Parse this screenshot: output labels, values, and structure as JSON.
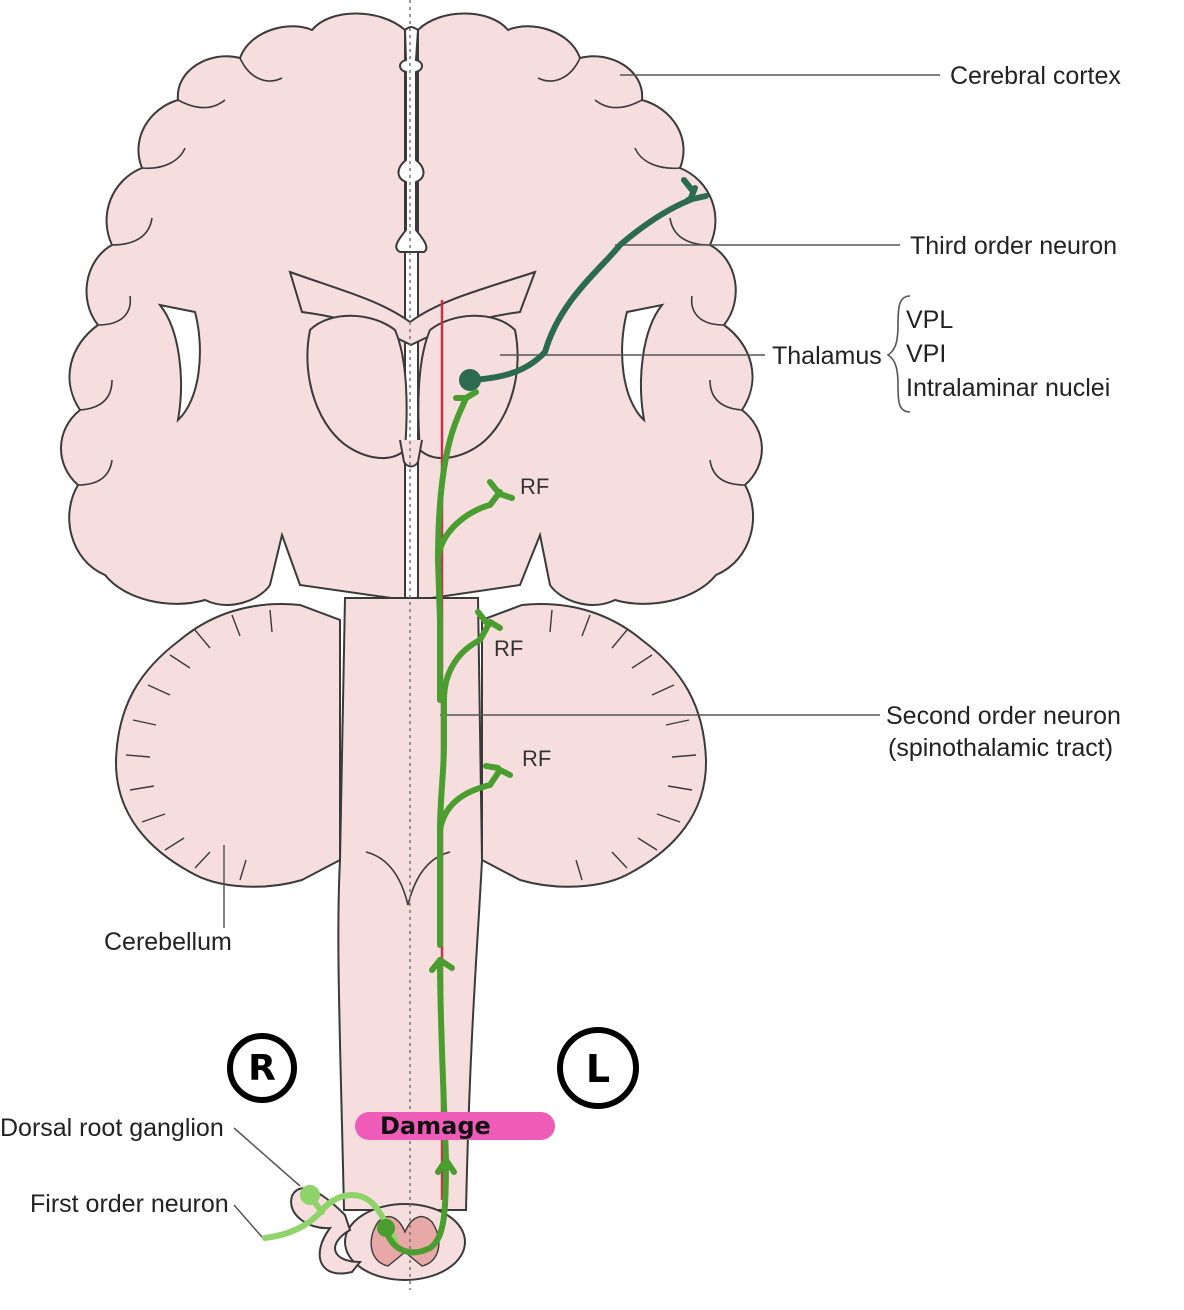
{
  "labels": {
    "cerebral_cortex": "Cerebral cortex",
    "third_order": "Third order neuron",
    "thalamus": "Thalamus",
    "vpl": "VPL",
    "vpi": "VPI",
    "intralaminar": "Intralaminar nuclei",
    "rf": "RF",
    "second_order_1": "Second order neuron",
    "second_order_2": "(spinothalamic tract)",
    "cerebellum": "Cerebellum",
    "dorsal_root": "Dorsal root ganglion",
    "first_order": "First order neuron"
  },
  "annotations": {
    "right": "R",
    "left": "L",
    "damage": "Damage"
  },
  "colors": {
    "tissue": "#f7dede",
    "tissue_dark": "#e8a8a8",
    "outline": "#3a3a3a",
    "third_neuron": "#2d6b4f",
    "second_neuron": "#4a9d2f",
    "first_neuron": "#8fd46a",
    "tract_line": "#c0334d",
    "damage": "#ee5cb8"
  }
}
